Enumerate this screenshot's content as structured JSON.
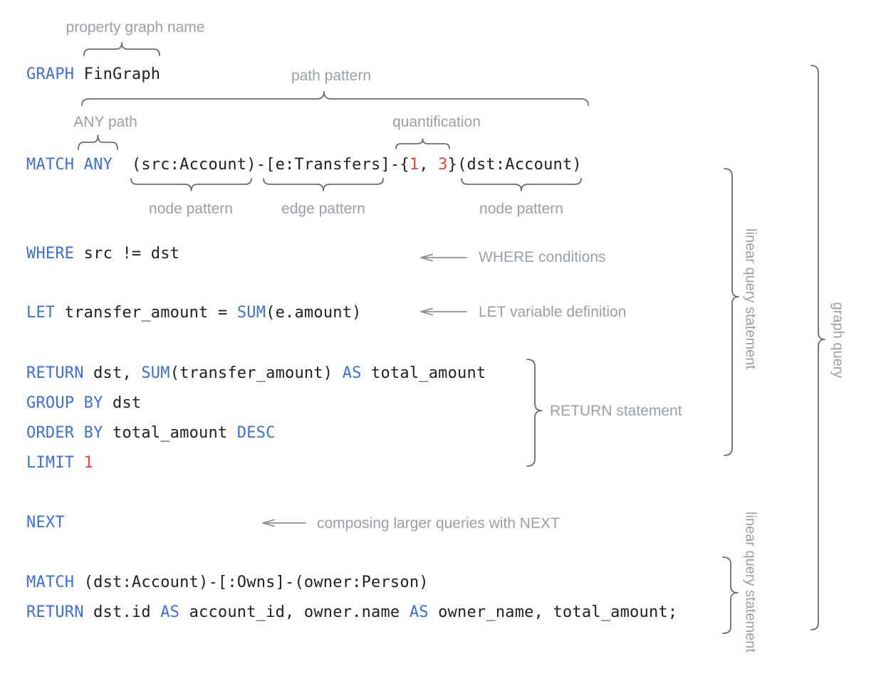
{
  "colors": {
    "kw": "#3c70d9",
    "num": "#e8492f",
    "code": "#202124",
    "label": "#9aa0a6",
    "brace": "#696d72",
    "arrow": "#8f9398"
  },
  "code": {
    "lines": [
      {
        "name": "graph-clause",
        "segments": [
          {
            "c": "kw",
            "t": "GRAPH"
          },
          {
            "c": "code",
            "t": " FinGraph"
          }
        ]
      },
      {
        "name": "match-clause",
        "segments": [
          {
            "c": "kw",
            "t": "MATCH ANY"
          },
          {
            "c": "code",
            "t": "  (src:Account)-[e:Transfers]-{"
          },
          {
            "c": "num",
            "t": "1"
          },
          {
            "c": "code",
            "t": ", "
          },
          {
            "c": "num",
            "t": "3"
          },
          {
            "c": "code",
            "t": "}(dst:Account)"
          }
        ]
      },
      {
        "name": "where-clause",
        "segments": [
          {
            "c": "kw",
            "t": "WHERE"
          },
          {
            "c": "code",
            "t": " src != dst"
          }
        ]
      },
      {
        "name": "let-clause",
        "segments": [
          {
            "c": "kw",
            "t": "LET"
          },
          {
            "c": "code",
            "t": " transfer_amount = "
          },
          {
            "c": "kw",
            "t": "SUM"
          },
          {
            "c": "code",
            "t": "(e.amount)"
          }
        ]
      },
      {
        "name": "return-clause",
        "segments": [
          {
            "c": "kw",
            "t": "RETURN"
          },
          {
            "c": "code",
            "t": " dst, "
          },
          {
            "c": "kw",
            "t": "SUM"
          },
          {
            "c": "code",
            "t": "(transfer_amount) "
          },
          {
            "c": "kw",
            "t": "AS"
          },
          {
            "c": "code",
            "t": " total_amount"
          }
        ]
      },
      {
        "name": "group-by-clause",
        "segments": [
          {
            "c": "kw",
            "t": "GROUP BY"
          },
          {
            "c": "code",
            "t": " dst"
          }
        ]
      },
      {
        "name": "order-by-clause",
        "segments": [
          {
            "c": "kw",
            "t": "ORDER BY"
          },
          {
            "c": "code",
            "t": " total_amount "
          },
          {
            "c": "kw",
            "t": "DESC"
          }
        ]
      },
      {
        "name": "limit-clause",
        "segments": [
          {
            "c": "kw",
            "t": "LIMIT "
          },
          {
            "c": "num",
            "t": "1"
          }
        ]
      },
      {
        "name": "next-clause",
        "segments": [
          {
            "c": "kw",
            "t": "NEXT"
          }
        ]
      },
      {
        "name": "match-clause-2",
        "segments": [
          {
            "c": "kw",
            "t": "MATCH"
          },
          {
            "c": "code",
            "t": " (dst:Account)-[:Owns]-(owner:Person)"
          }
        ]
      },
      {
        "name": "return-clause-2",
        "segments": [
          {
            "c": "kw",
            "t": "RETURN"
          },
          {
            "c": "code",
            "t": " dst.id "
          },
          {
            "c": "kw",
            "t": "AS"
          },
          {
            "c": "code",
            "t": " account_id, owner.name "
          },
          {
            "c": "kw",
            "t": "AS"
          },
          {
            "c": "code",
            "t": " owner_name, total_amount;"
          }
        ]
      }
    ]
  },
  "labels": {
    "property_graph_name": "property graph name",
    "path_pattern": "path pattern",
    "any_path": "ANY path",
    "quantification": "quantification",
    "node_pattern_left": "node pattern",
    "edge_pattern": "edge pattern",
    "node_pattern_right": "node pattern",
    "where_conditions": "WHERE conditions",
    "let_variable": "LET variable definition",
    "return_statement": "RETURN statement",
    "composing_next": "composing larger queries with NEXT",
    "linear_query_statement_1": "linear query statement",
    "graph_query": "graph query",
    "linear_query_statement_2": "linear query statement"
  }
}
